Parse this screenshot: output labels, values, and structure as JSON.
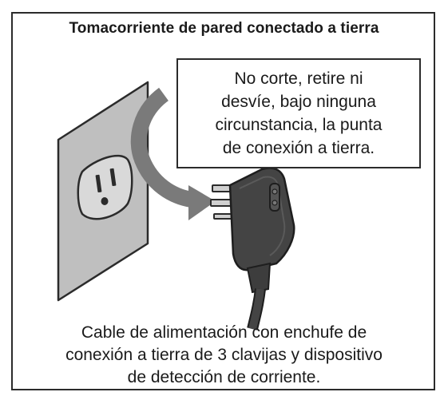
{
  "title": "Tomacorriente de pared conectado a tierra",
  "callout": "No corte, retire ni\ndesvíe, bajo ninguna\ncircunstancia, la punta\nde conexión a tierra.",
  "caption": "Cable de alimentación con enchufe de\nconexión a tierra de 3 clavijas y dispositivo\nde detección de corriente.",
  "colors": {
    "outline": "#2b2b2b",
    "wall_plate": "#bfbfbf",
    "arrow": "#7a7a7a",
    "plug": "#444444"
  },
  "icons": [
    "wall-outlet-icon",
    "curved-arrow-icon",
    "grounded-plug-icon"
  ]
}
